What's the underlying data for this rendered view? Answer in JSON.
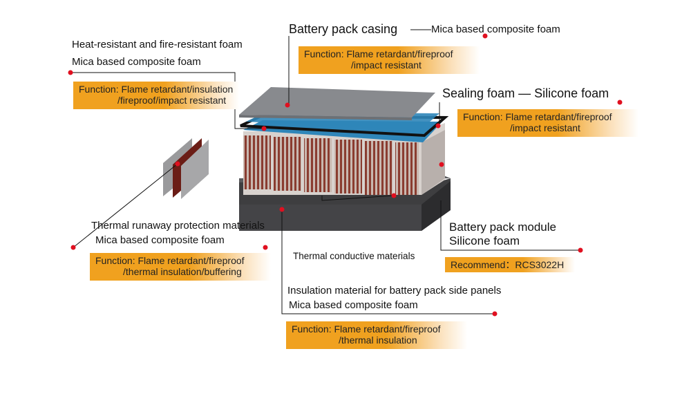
{
  "colors": {
    "callout_orange": "#f0a11f",
    "dot_red": "#e01020",
    "casing_gray": "#888a8e",
    "blue_foam": "#2f86b9",
    "base_dark": "#3e3e40",
    "cell_stripe": "#8a3c30",
    "pad_navy": "#1f2e78"
  },
  "labels": {
    "casing_title": "Battery pack casing",
    "casing_material": "——Mica based composite foam",
    "casing_function_1": "Function: Flame retardant/fireproof",
    "casing_function_2": "/impact resistant",
    "heat_title": "Heat-resistant and fire-resistant foam",
    "heat_material": "Mica based composite foam",
    "heat_function_1": "Function: Flame retardant/insulation",
    "heat_function_2": "/fireproof/impact resistant",
    "sealing_title": "Sealing foam — Silicone foam",
    "sealing_function_1": "Function: Flame retardant/fireproof",
    "sealing_function_2": "/impact resistant",
    "runaway_title": "Thermal runaway protection materials",
    "runaway_material": "Mica based composite foam",
    "runaway_function_1": "Function: Flame retardant/fireproof",
    "runaway_function_2": "/thermal insulation/buffering",
    "module_title": "Battery pack module",
    "module_material": "Silicone foam",
    "module_recommend": "Recommend：RCS3022H",
    "conductive": "Thermal conductive materials",
    "side_title": "Insulation material for battery pack side panels",
    "side_material": "Mica based composite foam",
    "side_function_1": "Function: Flame retardant/fireproof",
    "side_function_2": "/thermal insulation"
  }
}
